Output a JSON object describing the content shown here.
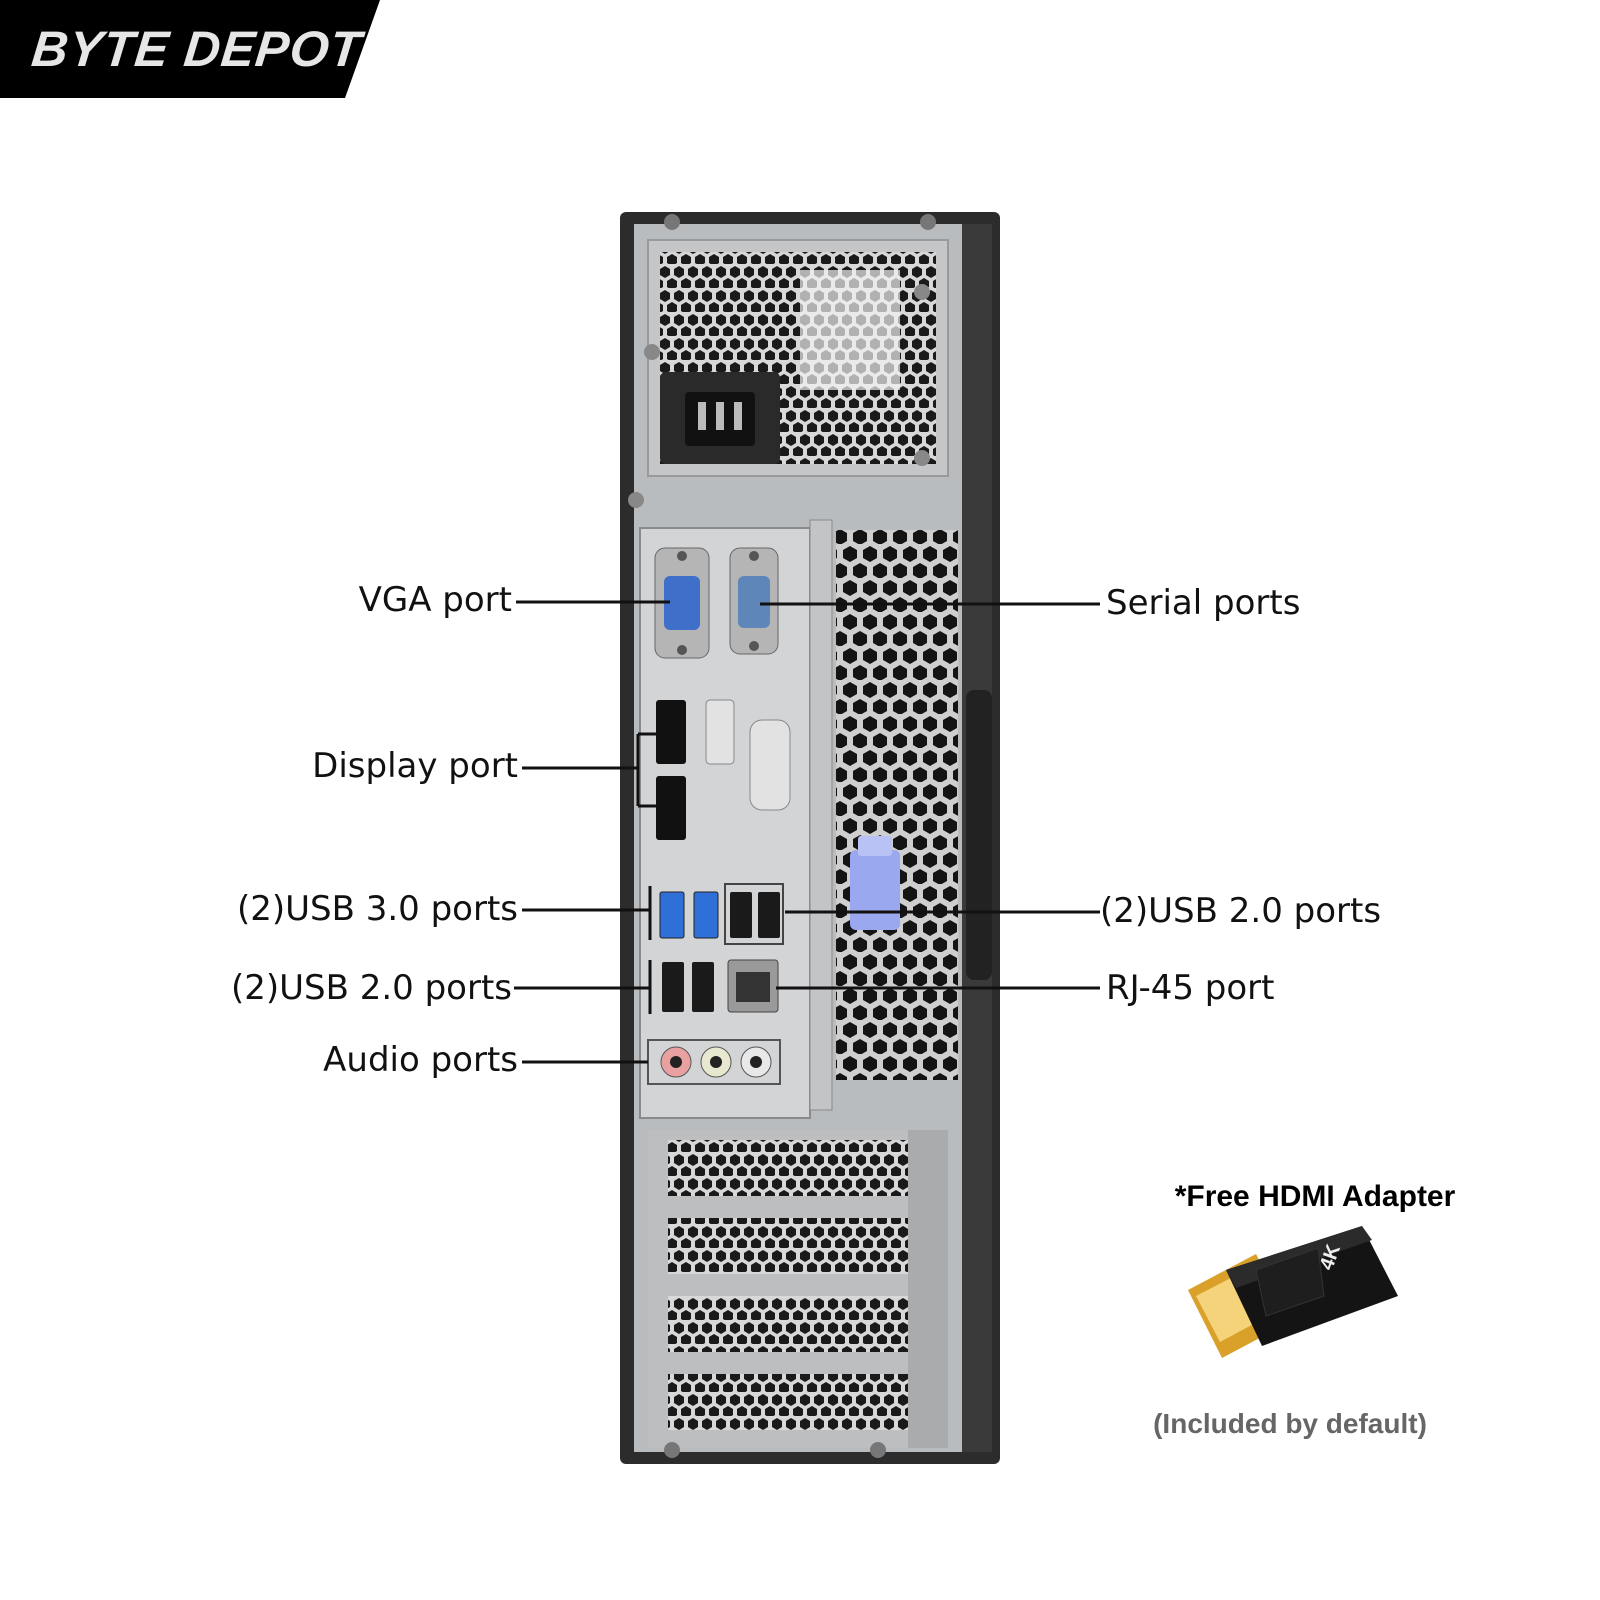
{
  "brand": {
    "name": "BYTE DEPOT",
    "background": "#000000",
    "text_color": "#e6e6e6"
  },
  "labels": {
    "vga": "VGA port",
    "serial": "Serial ports",
    "display": "Display port",
    "usb3_left": "(2)USB 3.0 ports",
    "usb2_right": "(2)USB 2.0 ports",
    "usb2_left": "(2)USB 2.0 ports",
    "rj45": "RJ-45 port",
    "audio": "Audio ports"
  },
  "promo": {
    "title": "*Free HDMI Adapter",
    "note": "(Included by default)",
    "adapter_text": "4K"
  },
  "colors": {
    "usb3_blue": "#2e6fd8",
    "vga_blue": "#3f6fc8",
    "serial_blue": "#5f86b8",
    "latch_purple": "#9aa8f0",
    "chassis": "#2c2c2c",
    "panel": "#c9cbcd",
    "connector_gold": "#d9a12a"
  }
}
